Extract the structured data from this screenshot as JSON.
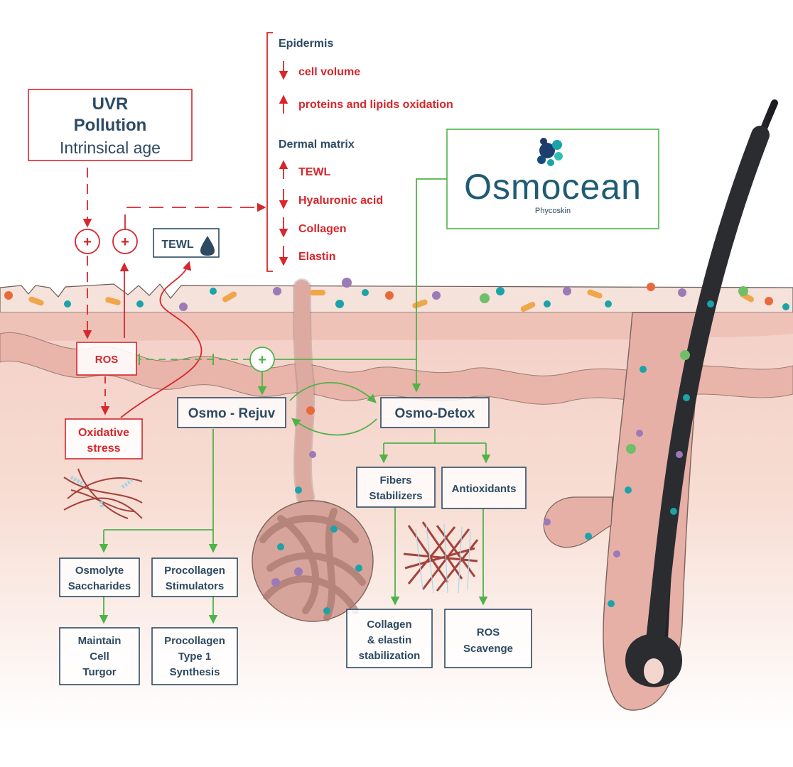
{
  "stressors": {
    "line1": "UVR",
    "line2": "Pollution",
    "line3": "Intrinsical age"
  },
  "effects": {
    "epidermis_header": "Epidermis",
    "epidermis_items": [
      {
        "direction": "down",
        "text": "cell volume"
      },
      {
        "direction": "up",
        "text": "proteins and lipids oxidation"
      }
    ],
    "dermal_header": "Dermal matrix",
    "dermal_items": [
      {
        "direction": "up",
        "text": "TEWL"
      },
      {
        "direction": "down",
        "text": "Hyaluronic acid"
      },
      {
        "direction": "down",
        "text": "Collagen"
      },
      {
        "direction": "down",
        "text": "Elastin"
      }
    ]
  },
  "tewl_badge": "TEWL",
  "ros_box": "ROS",
  "oxidative_stress": {
    "line1": "Oxidative",
    "line2": "stress"
  },
  "brand": {
    "name": "Osmocean",
    "sub": "Phycoskin"
  },
  "osmo_rejuv": "Osmo - Rejuv",
  "osmo_detox": "Osmo-Detox",
  "fibers_stabilizers": {
    "line1": "Fibers",
    "line2": "Stabilizers"
  },
  "antioxidants": "Antioxidants",
  "osmolyte_saccharides": {
    "line1": "Osmolyte",
    "line2": "Saccharides"
  },
  "procollagen_stimulators": {
    "line1": "Procollagen",
    "line2": "Stimulators"
  },
  "maintain_turgor": {
    "line1": "Maintain",
    "line2": "Cell",
    "line3": "Turgor"
  },
  "procollagen_synthesis": {
    "line1": "Procollagen",
    "line2": "Type 1",
    "line3": "Synthesis"
  },
  "collagen_elastin": {
    "line1": "Collagen",
    "line2": "& elastin",
    "line3": "stabilization"
  },
  "ros_scavenge": {
    "line1": "ROS",
    "line2": "Scavenge"
  },
  "plus_symbol": "+",
  "colors": {
    "red": "#d7262c",
    "navy": "#2e4a62",
    "green": "#4fb34a",
    "teal": "#1aa3a8",
    "skin": "#efc7bf"
  }
}
